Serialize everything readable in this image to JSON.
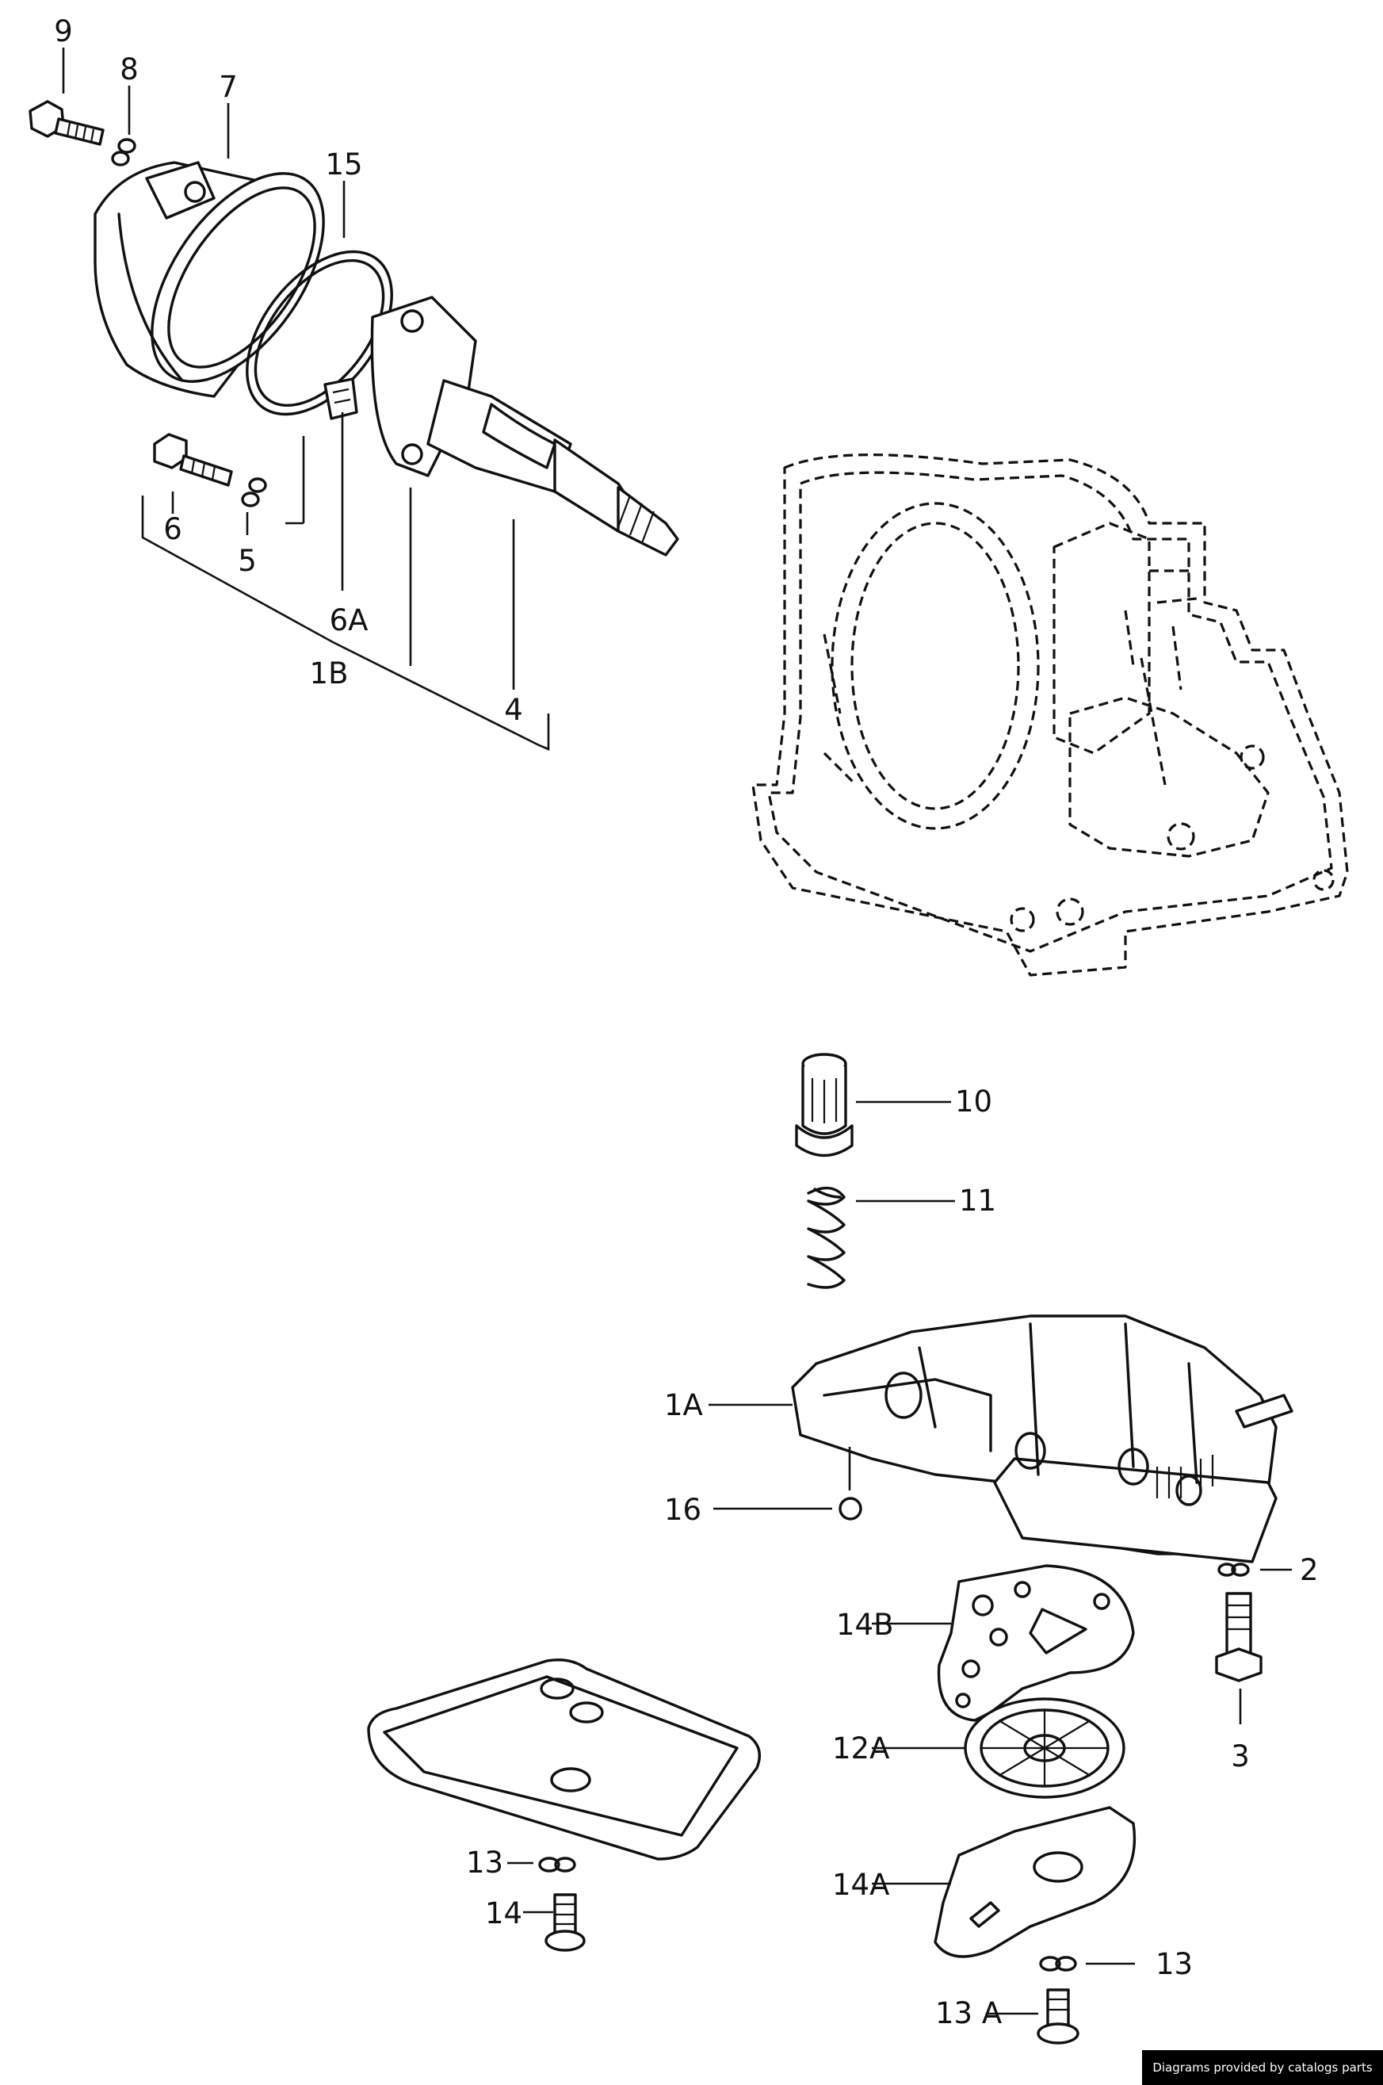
{
  "diagram": {
    "callouts": {
      "c9": "9",
      "c8": "8",
      "c7": "7",
      "c15": "15",
      "c6": "6",
      "c5": "5",
      "c6A": "6A",
      "c1B": "1B",
      "c4": "4",
      "c10": "10",
      "c11": "11",
      "c1A": "1A",
      "c16": "16",
      "c2": "2",
      "c14B": "14B",
      "c3": "3",
      "c12A": "12A",
      "c13a": "13",
      "c14": "14",
      "c14A": "14A",
      "c13b": "13",
      "c13A": "13 A"
    },
    "credit": "Diagrams provided by catalogs parts"
  }
}
